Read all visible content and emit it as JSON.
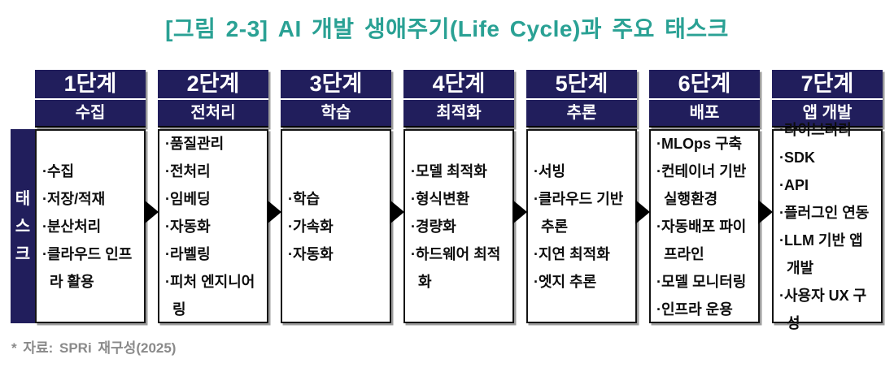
{
  "title": "[그림 2-3] AI 개발 생애주기(Life Cycle)과 주요 태스크",
  "task_label": {
    "text": "태스크",
    "chars": [
      "태",
      "스",
      "크"
    ]
  },
  "stages": [
    {
      "step": "1단계",
      "name": "수집",
      "tasks": [
        "·수집",
        "·저장/적재",
        "·분산처리",
        "·클라우드 인프라 활용"
      ]
    },
    {
      "step": "2단계",
      "name": "전처리",
      "tasks": [
        "·품질관리",
        "·전처리",
        "·임베딩",
        "·자동화",
        "·라벨링",
        "·피처 엔지니어링"
      ]
    },
    {
      "step": "3단계",
      "name": "학습",
      "tasks": [
        "·학습",
        "·가속화",
        "·자동화"
      ]
    },
    {
      "step": "4단계",
      "name": "최적화",
      "tasks": [
        "·모델 최적화",
        "·형식변환",
        "·경량화",
        "·하드웨어 최적화"
      ]
    },
    {
      "step": "5단계",
      "name": "추론",
      "tasks": [
        "·서빙",
        "·클라우드 기반 추론",
        "·지연 최적화",
        "·엣지 추론"
      ]
    },
    {
      "step": "6단계",
      "name": "배포",
      "tasks": [
        "·MLOps 구축",
        "·컨테이너 기반 실행환경",
        "·자동배포 파이프라인",
        "·모델 모니터링",
        "·인프라 운용"
      ]
    },
    {
      "step": "7단계",
      "name": "앱 개발",
      "tasks": [
        "·라이브러리",
        "·SDK",
        "·API",
        "·플러그인 연동",
        "·LLM 기반 앱 개발",
        "·사용자 UX 구성"
      ]
    }
  ],
  "footnote": "* 자료: SPRi 재구성(2025)",
  "icons": {
    "stage-arrow": "right-black-triangle"
  },
  "colors": {
    "title_teal": "#2aa194",
    "header_navy": "#211e5c",
    "body_text": "#0d0d0d",
    "box_border": "#141414",
    "box_shadow_gray": "#9c9c9c",
    "footnote_gray": "#8a8a8a",
    "arrow_black": "#000000"
  }
}
